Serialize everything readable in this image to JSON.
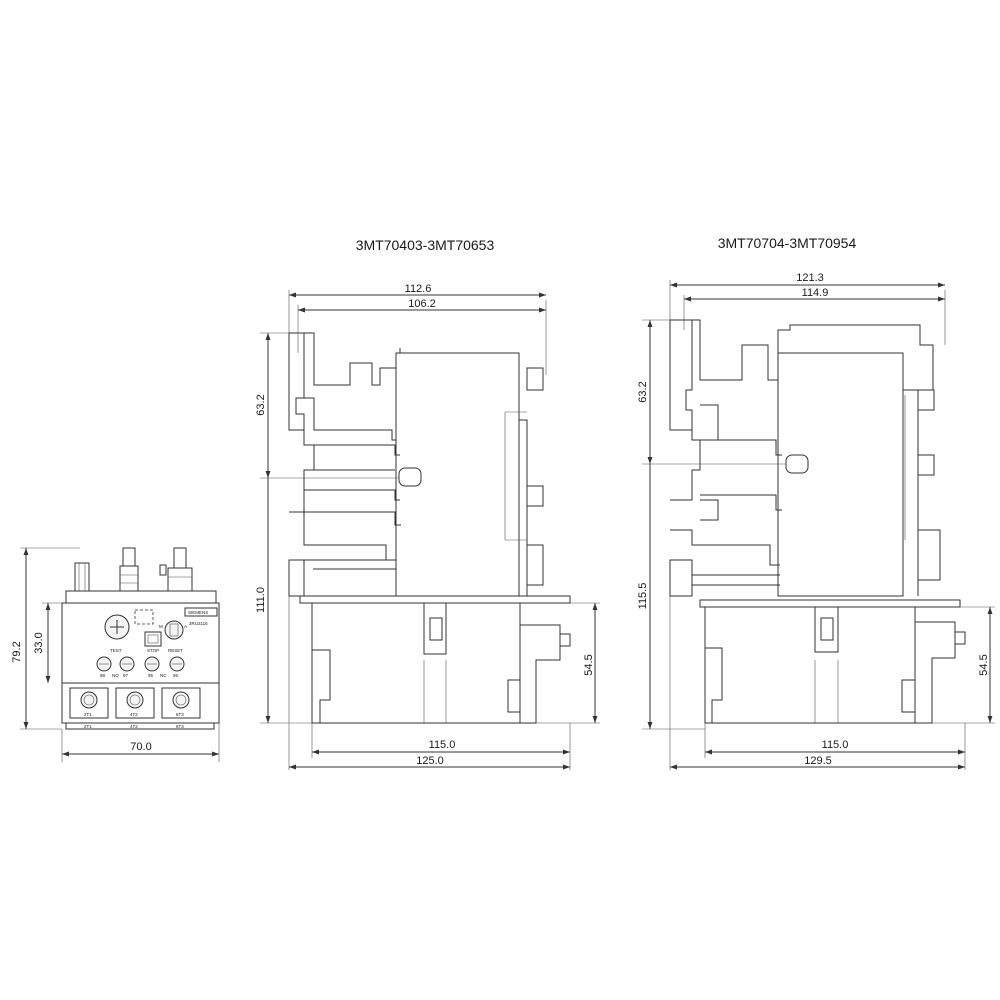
{
  "views": {
    "front": {
      "labels": {
        "d_height": "79.2",
        "d_upper": "33.0",
        "d_width": "70.0",
        "brand": "SIEMENS",
        "model": "3RU2116",
        "terminals_top": [
          "98",
          "NO",
          "97",
          "95",
          "NC",
          "96"
        ],
        "terminals_bottom": [
          "2T1",
          "4T2",
          "6T3"
        ],
        "bottom_strip": [
          "2T1",
          "4T2",
          "6T3"
        ],
        "btn_test": "TEST",
        "btn_stop": "STOP",
        "btn_reset": "RESET",
        "mode_m": "M",
        "mode_a": "A"
      }
    },
    "side1": {
      "title": "3MT70403-3MT70653",
      "dims": {
        "top1": "112.6",
        "top2": "106.2",
        "left_upper": "63.2",
        "left_total": "111.0",
        "right": "54.5",
        "bottom1": "115.0",
        "bottom2": "125.0"
      }
    },
    "side2": {
      "title": "3MT70704-3MT70954",
      "dims": {
        "top1": "121.3",
        "top2": "114.9",
        "left_upper": "63.2",
        "left_total": "115.5",
        "right": "54.5",
        "bottom1": "115.0",
        "bottom2": "129.5"
      }
    }
  }
}
